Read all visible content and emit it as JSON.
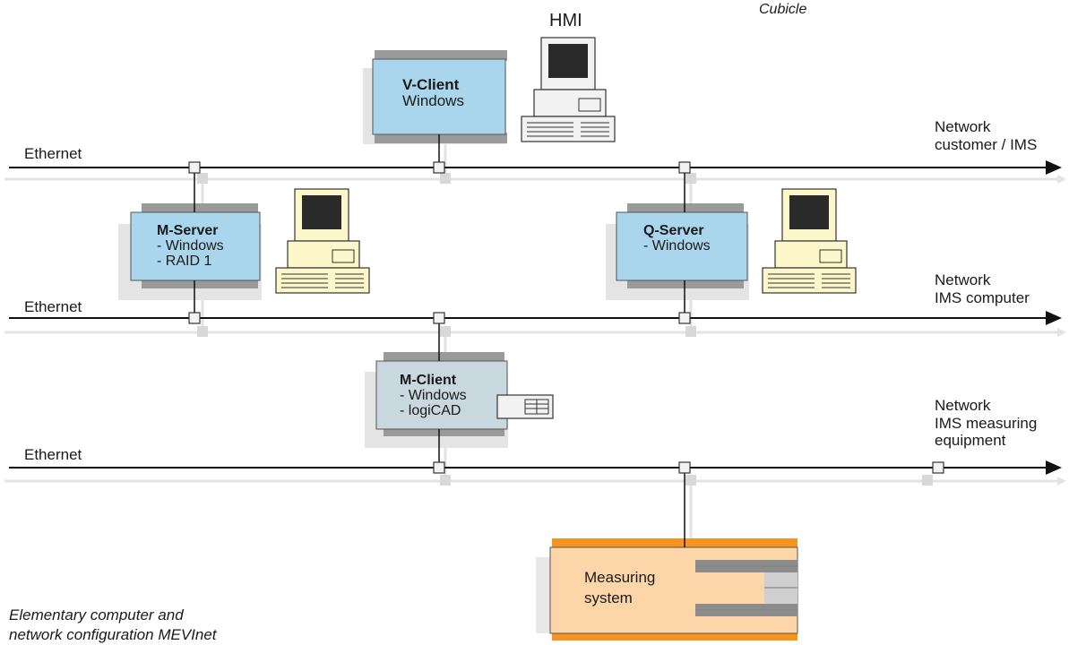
{
  "title_cubicle": "Cubicle",
  "hmi_label": "HMI",
  "networks": [
    {
      "ethernet": "Ethernet",
      "lines": [
        "Network",
        "customer / IMS"
      ]
    },
    {
      "ethernet": "Ethernet",
      "lines": [
        "Network",
        "IMS computer"
      ]
    },
    {
      "ethernet": "Ethernet",
      "lines": [
        "Network",
        "IMS measuring",
        "equipment"
      ]
    }
  ],
  "nodes": {
    "v_client": {
      "name": "V-Client",
      "lines": [
        "Windows"
      ]
    },
    "m_server": {
      "name": "M-Server",
      "lines": [
        "- Windows",
        "- RAID 1"
      ]
    },
    "q_server": {
      "name": "Q-Server",
      "lines": [
        "- Windows"
      ]
    },
    "m_client": {
      "name": "M-Client",
      "lines": [
        "- Windows",
        "- logiCAD"
      ]
    },
    "measuring": {
      "lines": [
        "Measuring",
        "system"
      ]
    }
  },
  "caption": [
    "Elementary computer and",
    "network configuration MEVInet"
  ],
  "colors": {
    "server_blue": "#a9d6ec",
    "client_grey": "#c9d7df",
    "measuring_orange": "#f7941d",
    "measuring_fill": "#fcd6a8",
    "computer_yellow": "#fdf7c9",
    "line": "#111111"
  }
}
